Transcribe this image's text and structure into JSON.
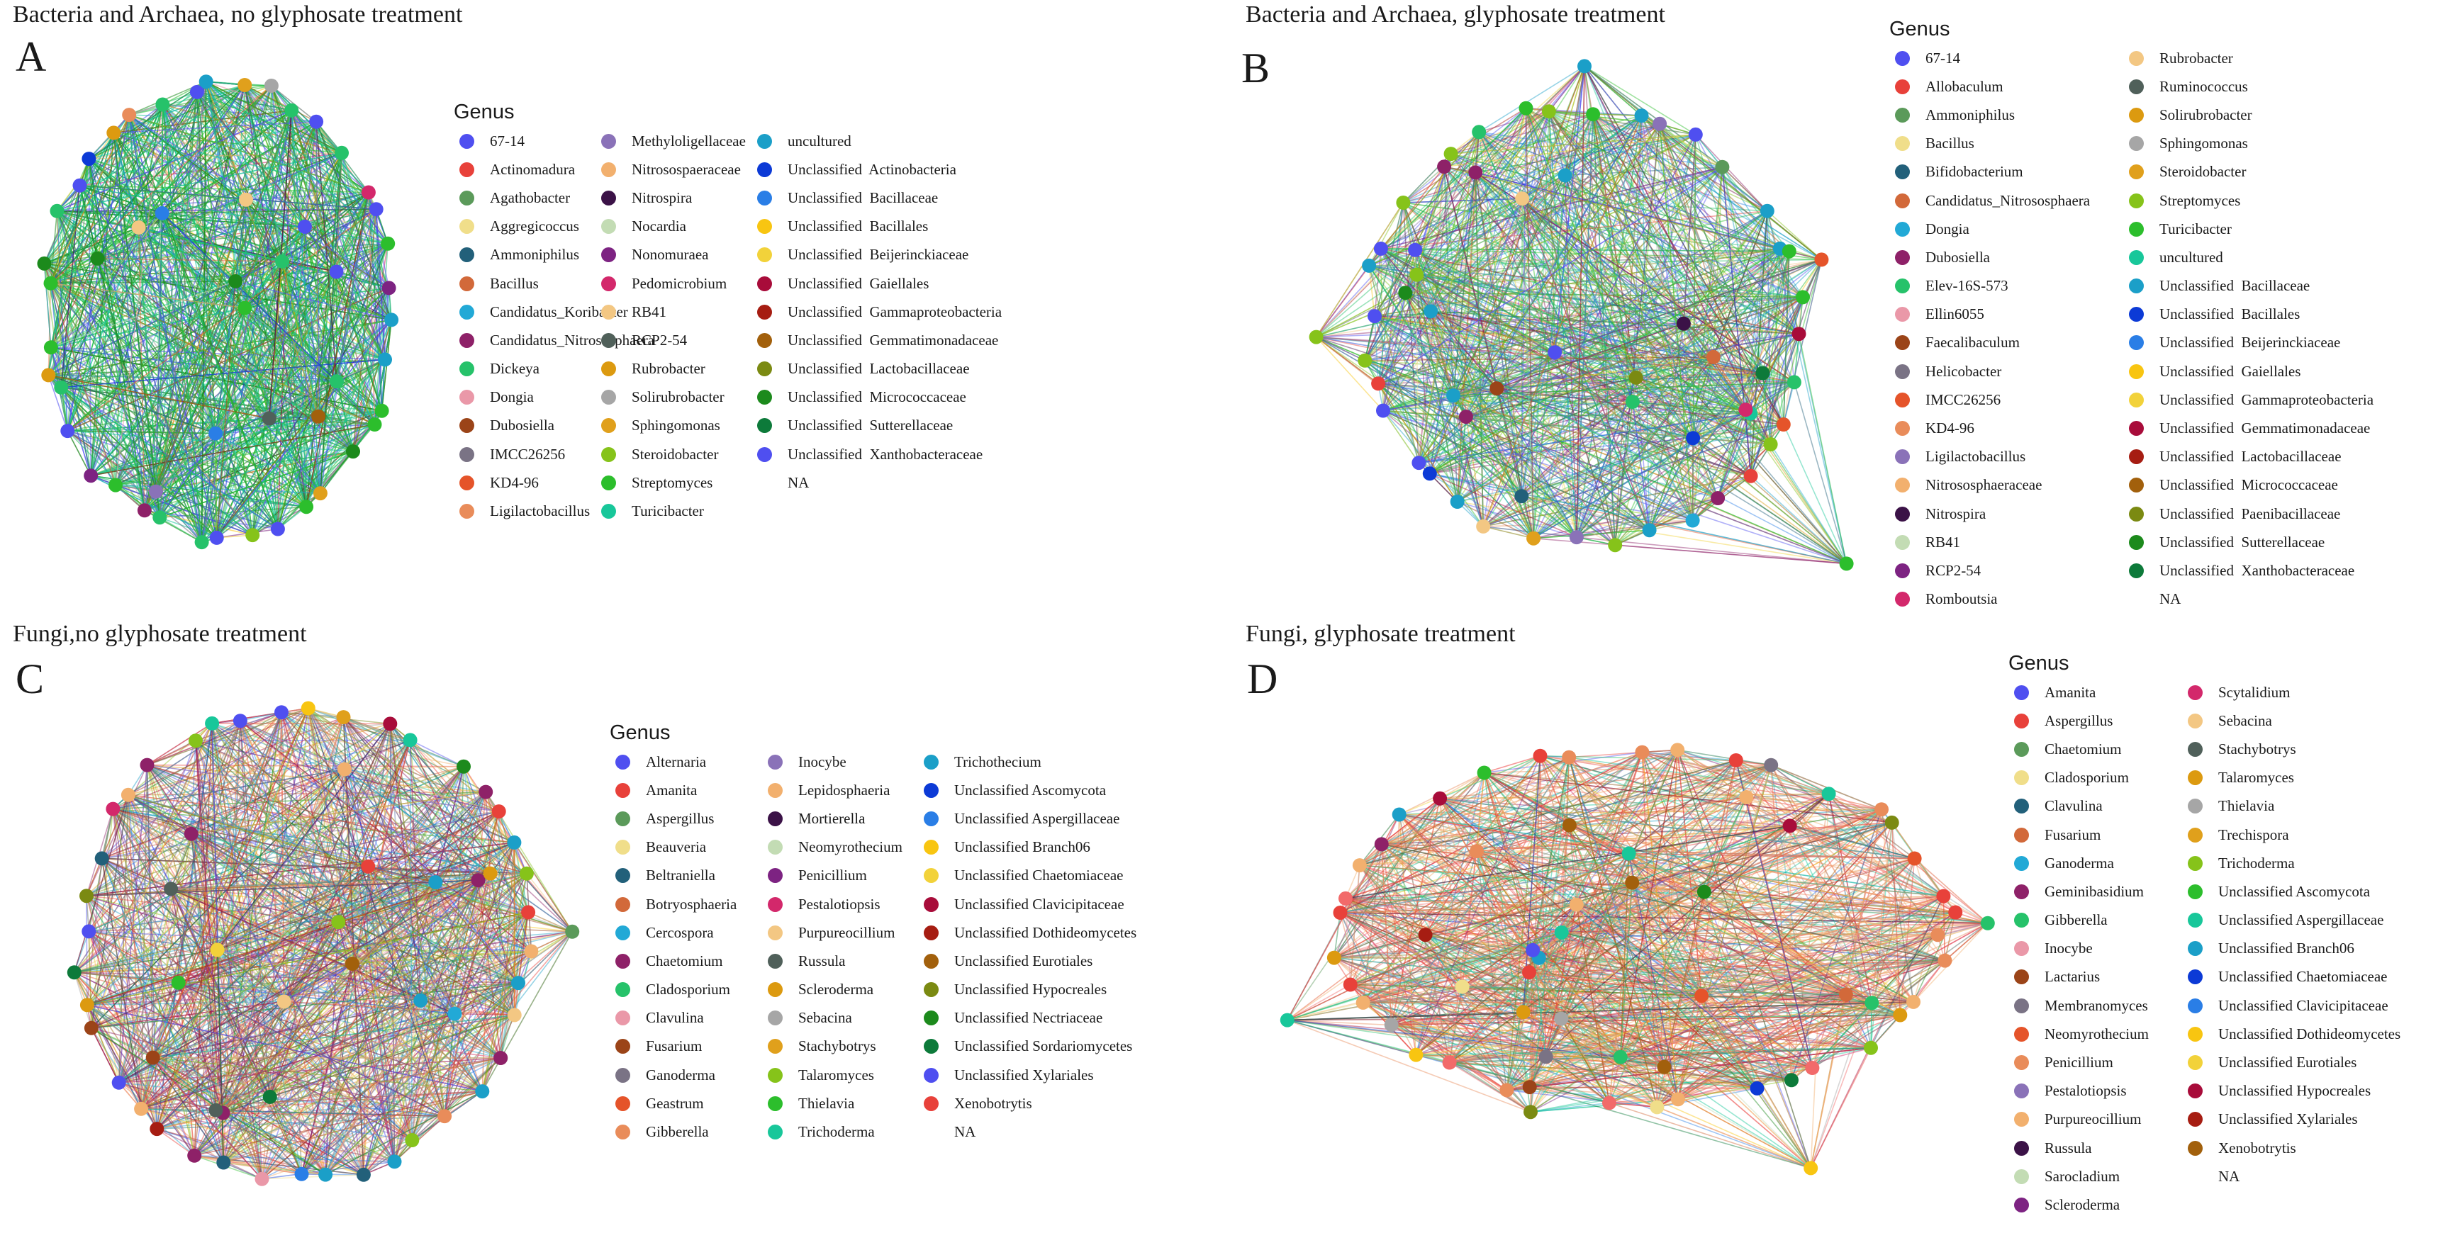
{
  "panels": {
    "A": {
      "letter": "A",
      "title": "Bacteria and Archaea, no glyphosate treatment",
      "legend_title": "Genus",
      "genus_columns": [
        [
          "67-14",
          "Actinomadura",
          "Agathobacter",
          "Aggregicoccus",
          "Ammoniphilus",
          "Bacillus",
          "Candidatus_Koribacter",
          "Candidatus_Nitrososphaera",
          "Dickeya",
          "Dongia",
          "Dubosiella",
          "IMCC26256",
          "KD4-96",
          "Ligilactobacillus"
        ],
        [
          "Methyloligellaceae",
          "Nitrosospaeraceae",
          "Nitrospira",
          "Nocardia",
          "Nonomuraea",
          "Pedomicrobium",
          "RB41",
          "RCP2-54",
          "Rubrobacter",
          "Solirubrobacter",
          "Sphingomonas",
          "Steroidobacter",
          "Streptomyces",
          "Turicibacter"
        ],
        [
          "uncultured",
          "Unclassified  Actinobacteria",
          "Unclassified  Bacillaceae",
          "Unclassified  Bacillales",
          "Unclassified  Beijerinckiaceae",
          "Unclassified  Gaiellales",
          "Unclassified  Gammaproteobacteria",
          "Unclassified  Gemmatimonadaceae",
          "Unclassified  Lactobacillaceae",
          "Unclassified  Micrococcaceae",
          "Unclassified  Sutterellaceae",
          "Unclassified  Xanthobacteraceae",
          "NA"
        ]
      ]
    },
    "B": {
      "letter": "B",
      "title": "Bacteria and Archaea, glyphosate treatment",
      "legend_title": "Genus",
      "genus_columns": [
        [
          "67-14",
          "Allobaculum",
          "Ammoniphilus",
          "Bacillus",
          "Bifidobacterium",
          "Candidatus_Nitrososphaera",
          "Dongia",
          "Dubosiella",
          "Elev-16S-573",
          "Ellin6055",
          "Faecalibaculum",
          "Helicobacter",
          "IMCC26256",
          "KD4-96",
          "Ligilactobacillus",
          "Nitrososphaeraceae",
          "Nitrospira",
          "RB41",
          "RCP2-54",
          "Romboutsia"
        ],
        [
          "Rubrobacter",
          "Ruminococcus",
          "Solirubrobacter",
          "Sphingomonas",
          "Steroidobacter",
          "Streptomyces",
          "Turicibacter",
          "uncultured",
          "Unclassified  Bacillaceae",
          "Unclassified  Bacillales",
          "Unclassified  Beijerinckiaceae",
          "Unclassified  Gaiellales",
          "Unclassified  Gammaproteobacteria",
          "Unclassified  Gemmatimonadaceae",
          "Unclassified  Lactobacillaceae",
          "Unclassified  Micrococcaceae",
          "Unclassified  Paenibacillaceae",
          "Unclassified  Sutterellaceae",
          "Unclassified  Xanthobacteraceae",
          "NA"
        ]
      ]
    },
    "C": {
      "letter": "C",
      "title": "Fungi,no glyphosate treatment",
      "legend_title": "Genus",
      "genus_columns": [
        [
          "Alternaria",
          "Amanita",
          "Aspergillus",
          "Beauveria",
          "Beltraniella",
          "Botryosphaeria",
          "Cercospora",
          "Chaetomium",
          "Cladosporium",
          "Clavulina",
          "Fusarium",
          "Ganoderma",
          "Geastrum",
          "Gibberella"
        ],
        [
          "Inocybe",
          "Lepidosphaeria",
          "Mortierella",
          "Neomyrothecium",
          "Penicillium",
          "Pestalotiopsis",
          "Purpureocillium",
          "Russula",
          "Scleroderma",
          "Sebacina",
          "Stachybotrys",
          "Talaromyces",
          "Thielavia",
          "Trichoderma"
        ],
        [
          "Trichothecium",
          "Unclassified Ascomycota",
          "Unclassified Aspergillaceae",
          "Unclassified Branch06",
          "Unclassified Chaetomiaceae",
          "Unclassified Clavicipitaceae",
          "Unclassified Dothideomycetes",
          "Unclassified Eurotiales",
          "Unclassified Hypocreales",
          "Unclassified Nectriaceae",
          "Unclassified Sordariomycetes",
          "Unclassified Xylariales",
          "Xenobotrytis",
          "NA"
        ]
      ]
    },
    "D": {
      "letter": "D",
      "title": "Fungi, glyphosate treatment",
      "legend_title": "Genus",
      "genus_columns": [
        [
          "Amanita",
          "Aspergillus",
          "Chaetomium",
          "Cladosporium",
          "Clavulina",
          "Fusarium",
          "Ganoderma",
          "Geminibasidium",
          "Gibberella",
          "Inocybe",
          "Lactarius",
          "Membranomyces",
          "Neomyrothecium",
          "Penicillium",
          "Pestalotiopsis",
          "Purpureocillium",
          "Russula",
          "Sarocladium",
          "Scleroderma"
        ],
        [
          "Scytalidium",
          "Sebacina",
          "Stachybotrys",
          "Talaromyces",
          "Thielavia",
          "Trechispora",
          "Trichoderma",
          "Unclassified Ascomycota",
          "Unclassified Aspergillaceae",
          "Unclassified Branch06",
          "Unclassified Chaetomiaceae",
          "Unclassified Clavicipitaceae",
          "Unclassified Dothideomycetes",
          "Unclassified Eurotiales",
          "Unclassified Hypocreales",
          "Unclassified Xylariales",
          "Xenobotrytis",
          "NA"
        ]
      ]
    }
  },
  "palette": [
    "#4f4ff0",
    "#e8413a",
    "#5b9a5a",
    "#f0de8a",
    "#22607a",
    "#d2693a",
    "#22a9d6",
    "#8e2168",
    "#26c26a",
    "#ea98a8",
    "#9b4418",
    "#7a7385",
    "#e5542a",
    "#e98c5a",
    "#8a72b8",
    "#f2b06e",
    "#3b1247",
    "#c3dcb4",
    "#7d2382",
    "#d3286b",
    "#f3c783",
    "#50605a",
    "#dc9a10",
    "#a6a6a6",
    "#e0a01c",
    "#86c31a",
    "#2cbe2c",
    "#18c79a",
    "#1b9fc8",
    "#0c3ad6",
    "#2a7ee6",
    "#f8c511",
    "#f2d23a",
    "#a80c3a",
    "#a61d12",
    "#a2600c",
    "#7b8a12",
    "#1c8a1c",
    "#0d7a3a"
  ]
}
